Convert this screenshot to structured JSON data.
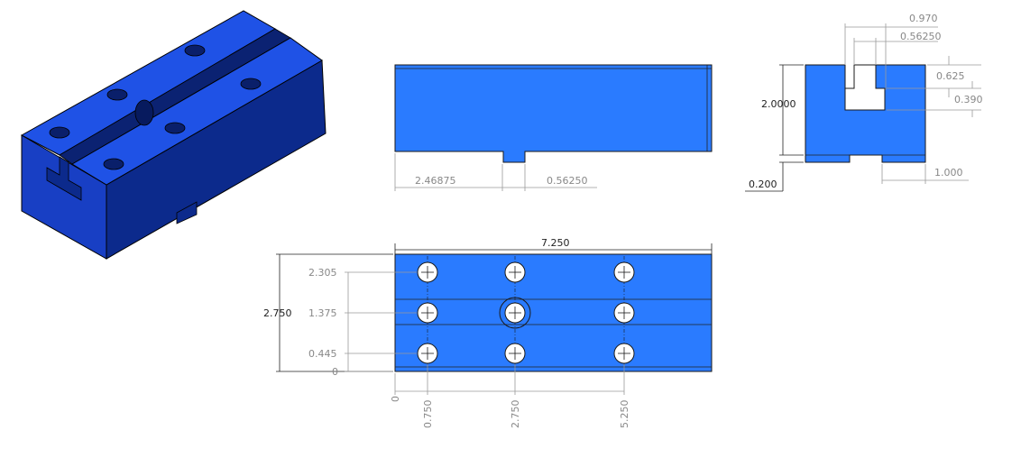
{
  "colors": {
    "part_blue": "#2a7bff",
    "iso_top": "#1f52e6",
    "iso_side": "#0c2a8c",
    "iso_front": "#183fc4",
    "dim_gray": "#888888"
  },
  "front_view": {
    "dim_left": "2.46875",
    "dim_slot": "0.56250"
  },
  "side_view": {
    "dim_slot_width": "0.970",
    "dim_neck_width": "0.56250",
    "dim_625": "0.625",
    "dim_390": "0.390",
    "dim_height": "2.0000",
    "dim_foot": "0.200",
    "dim_rail": "1.000"
  },
  "top_view": {
    "dim_length": "7.250",
    "dim_width": "2.750",
    "ordinate_y": [
      "2.305",
      "1.375",
      "0.445",
      "0"
    ],
    "ordinate_x": [
      "0",
      "0.750",
      "2.750",
      "5.250"
    ]
  }
}
